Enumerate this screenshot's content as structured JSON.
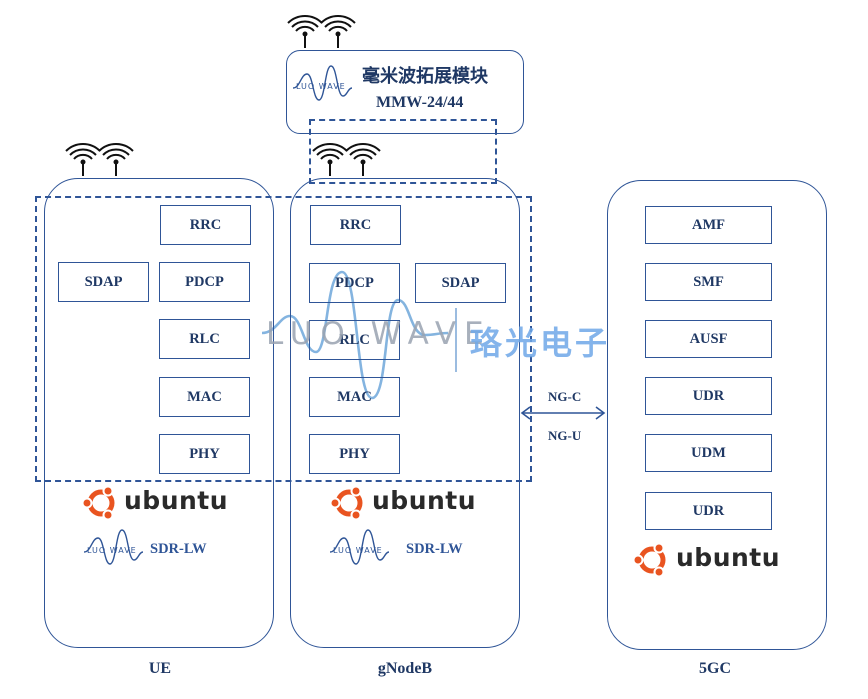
{
  "mmw_module": {
    "title_cn": "毫米波拓展模块",
    "title_model": "MMW-24/44"
  },
  "ue": {
    "label": "UE",
    "blocks": [
      "RRC",
      "SDAP",
      "PDCP",
      "RLC",
      "MAC",
      "PHY"
    ],
    "os": "ubuntu",
    "sdr": "SDR-LW"
  },
  "gnodeb": {
    "label": "gNodeB",
    "blocks": [
      "RRC",
      "PDCP",
      "SDAP",
      "RLC",
      "MAC",
      "PHY"
    ],
    "os": "ubuntu",
    "sdr": "SDR-LW"
  },
  "core": {
    "label": "5GC",
    "blocks": [
      "AMF",
      "SMF",
      "AUSF",
      "UDR",
      "UDM",
      "UDR"
    ],
    "os": "ubuntu"
  },
  "interface": {
    "ng_c": "NG-C",
    "ng_u": "NG-U"
  },
  "logo": {
    "mini_text": "LUO WAVE"
  },
  "watermark": {
    "en": "LUO WAVE",
    "cn": "珞光电子"
  },
  "colors": {
    "line": "#2f5597",
    "text": "#1f3864",
    "ubuntu_orange": "#e95420"
  }
}
